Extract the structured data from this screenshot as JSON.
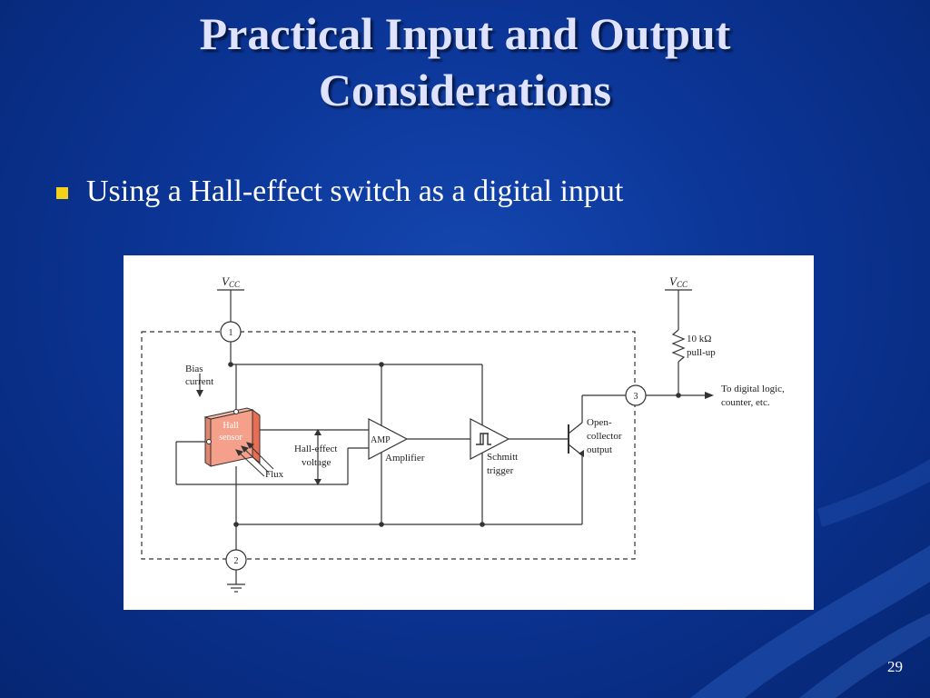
{
  "slide": {
    "title_line1": "Practical Input and Output",
    "title_line2": "Considerations",
    "bullet": "Using a Hall-effect switch as a digital input",
    "page_number": "29"
  },
  "colors": {
    "background": "#0b3596",
    "bullet": "#f2d21b",
    "sensor_face": "#f4a08a",
    "sensor_side": "#e86d52"
  },
  "diagram": {
    "vcc_label": "V",
    "vcc_sub": "CC",
    "pin1": "1",
    "pin2": "2",
    "pin3": "3",
    "bias_line1": "Bias",
    "bias_line2": "current",
    "sensor_line1": "Hall",
    "sensor_line2": "sensor",
    "flux": "Flux",
    "hall_voltage_line1": "Hall-effect",
    "hall_voltage_line2": "voltage",
    "amp_symbol": "AMP",
    "amplifier": "Amplifier",
    "schmitt_line1": "Schmitt",
    "schmitt_line2": "trigger",
    "oc_line1": "Open-",
    "oc_line2": "collector",
    "oc_line3": "output",
    "resistor_line1": "10 kΩ",
    "resistor_line2": "pull-up",
    "out_line1": "To digital logic,",
    "out_line2": "counter, etc."
  }
}
